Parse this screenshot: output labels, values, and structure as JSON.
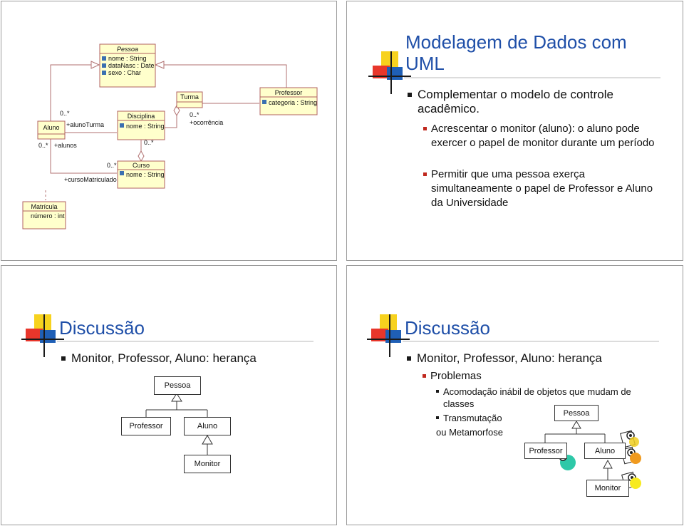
{
  "slide1": {
    "classes": {
      "pessoa": {
        "name": "Pessoa",
        "attrs": [
          "nome : String",
          "dataNasc : Date",
          "sexo : Char"
        ]
      },
      "aluno": {
        "name": "Aluno"
      },
      "disciplina": {
        "name": "Disciplina",
        "attrs": [
          "nome : String"
        ]
      },
      "turma": {
        "name": "Turma"
      },
      "professor": {
        "name": "Professor",
        "attrs": [
          "categoria : String"
        ]
      },
      "curso": {
        "name": "Curso",
        "attrs": [
          "nome : String"
        ]
      },
      "matricula": {
        "name": "Matrícula",
        "attrs": [
          "número : int"
        ]
      }
    },
    "labels": {
      "m_aluno_top": "0..*",
      "m_aluno_bottom": "0..*",
      "m_turma": "0..*",
      "m_disciplina": "0..*",
      "m_curso": "0..*",
      "r_alunoTurma": "+alunoTurma",
      "r_alunos": "+alunos",
      "r_ocorrencia": "+ocorrência",
      "r_cursoMatriculado": "+cursoMatriculado"
    }
  },
  "slide2": {
    "title": "Modelagem de Dados com UML",
    "bullet": "Complementar o modelo de controle acadêmico.",
    "subbullets": [
      "Acrescentar o monitor (aluno): o aluno pode exercer o papel de monitor durante um período",
      "Permitir que uma pessoa exerça simultaneamente o papel de Professor e Aluno da Universidade"
    ]
  },
  "slide3": {
    "title": "Discussão",
    "bullet": "Monitor, Professor, Aluno: herança",
    "diagram": {
      "pessoa": "Pessoa",
      "professor": "Professor",
      "aluno": "Aluno",
      "monitor": "Monitor"
    }
  },
  "slide4": {
    "title": "Discussão",
    "bullet": "Monitor, Professor, Aluno: herança",
    "sub": "Problemas",
    "subsub": [
      "Acomodação inábil de objetos que mudam de classes",
      "Transmutação"
    ],
    "tail": "ou Metamorfose",
    "diagram": {
      "pessoa": "Pessoa",
      "professor": "Professor",
      "aluno": "Aluno",
      "monitor": "Monitor"
    },
    "accent_colors": [
      "#f0ce1e",
      "#2ec8a8",
      "#f09a1e",
      "#f7ea1e"
    ]
  }
}
